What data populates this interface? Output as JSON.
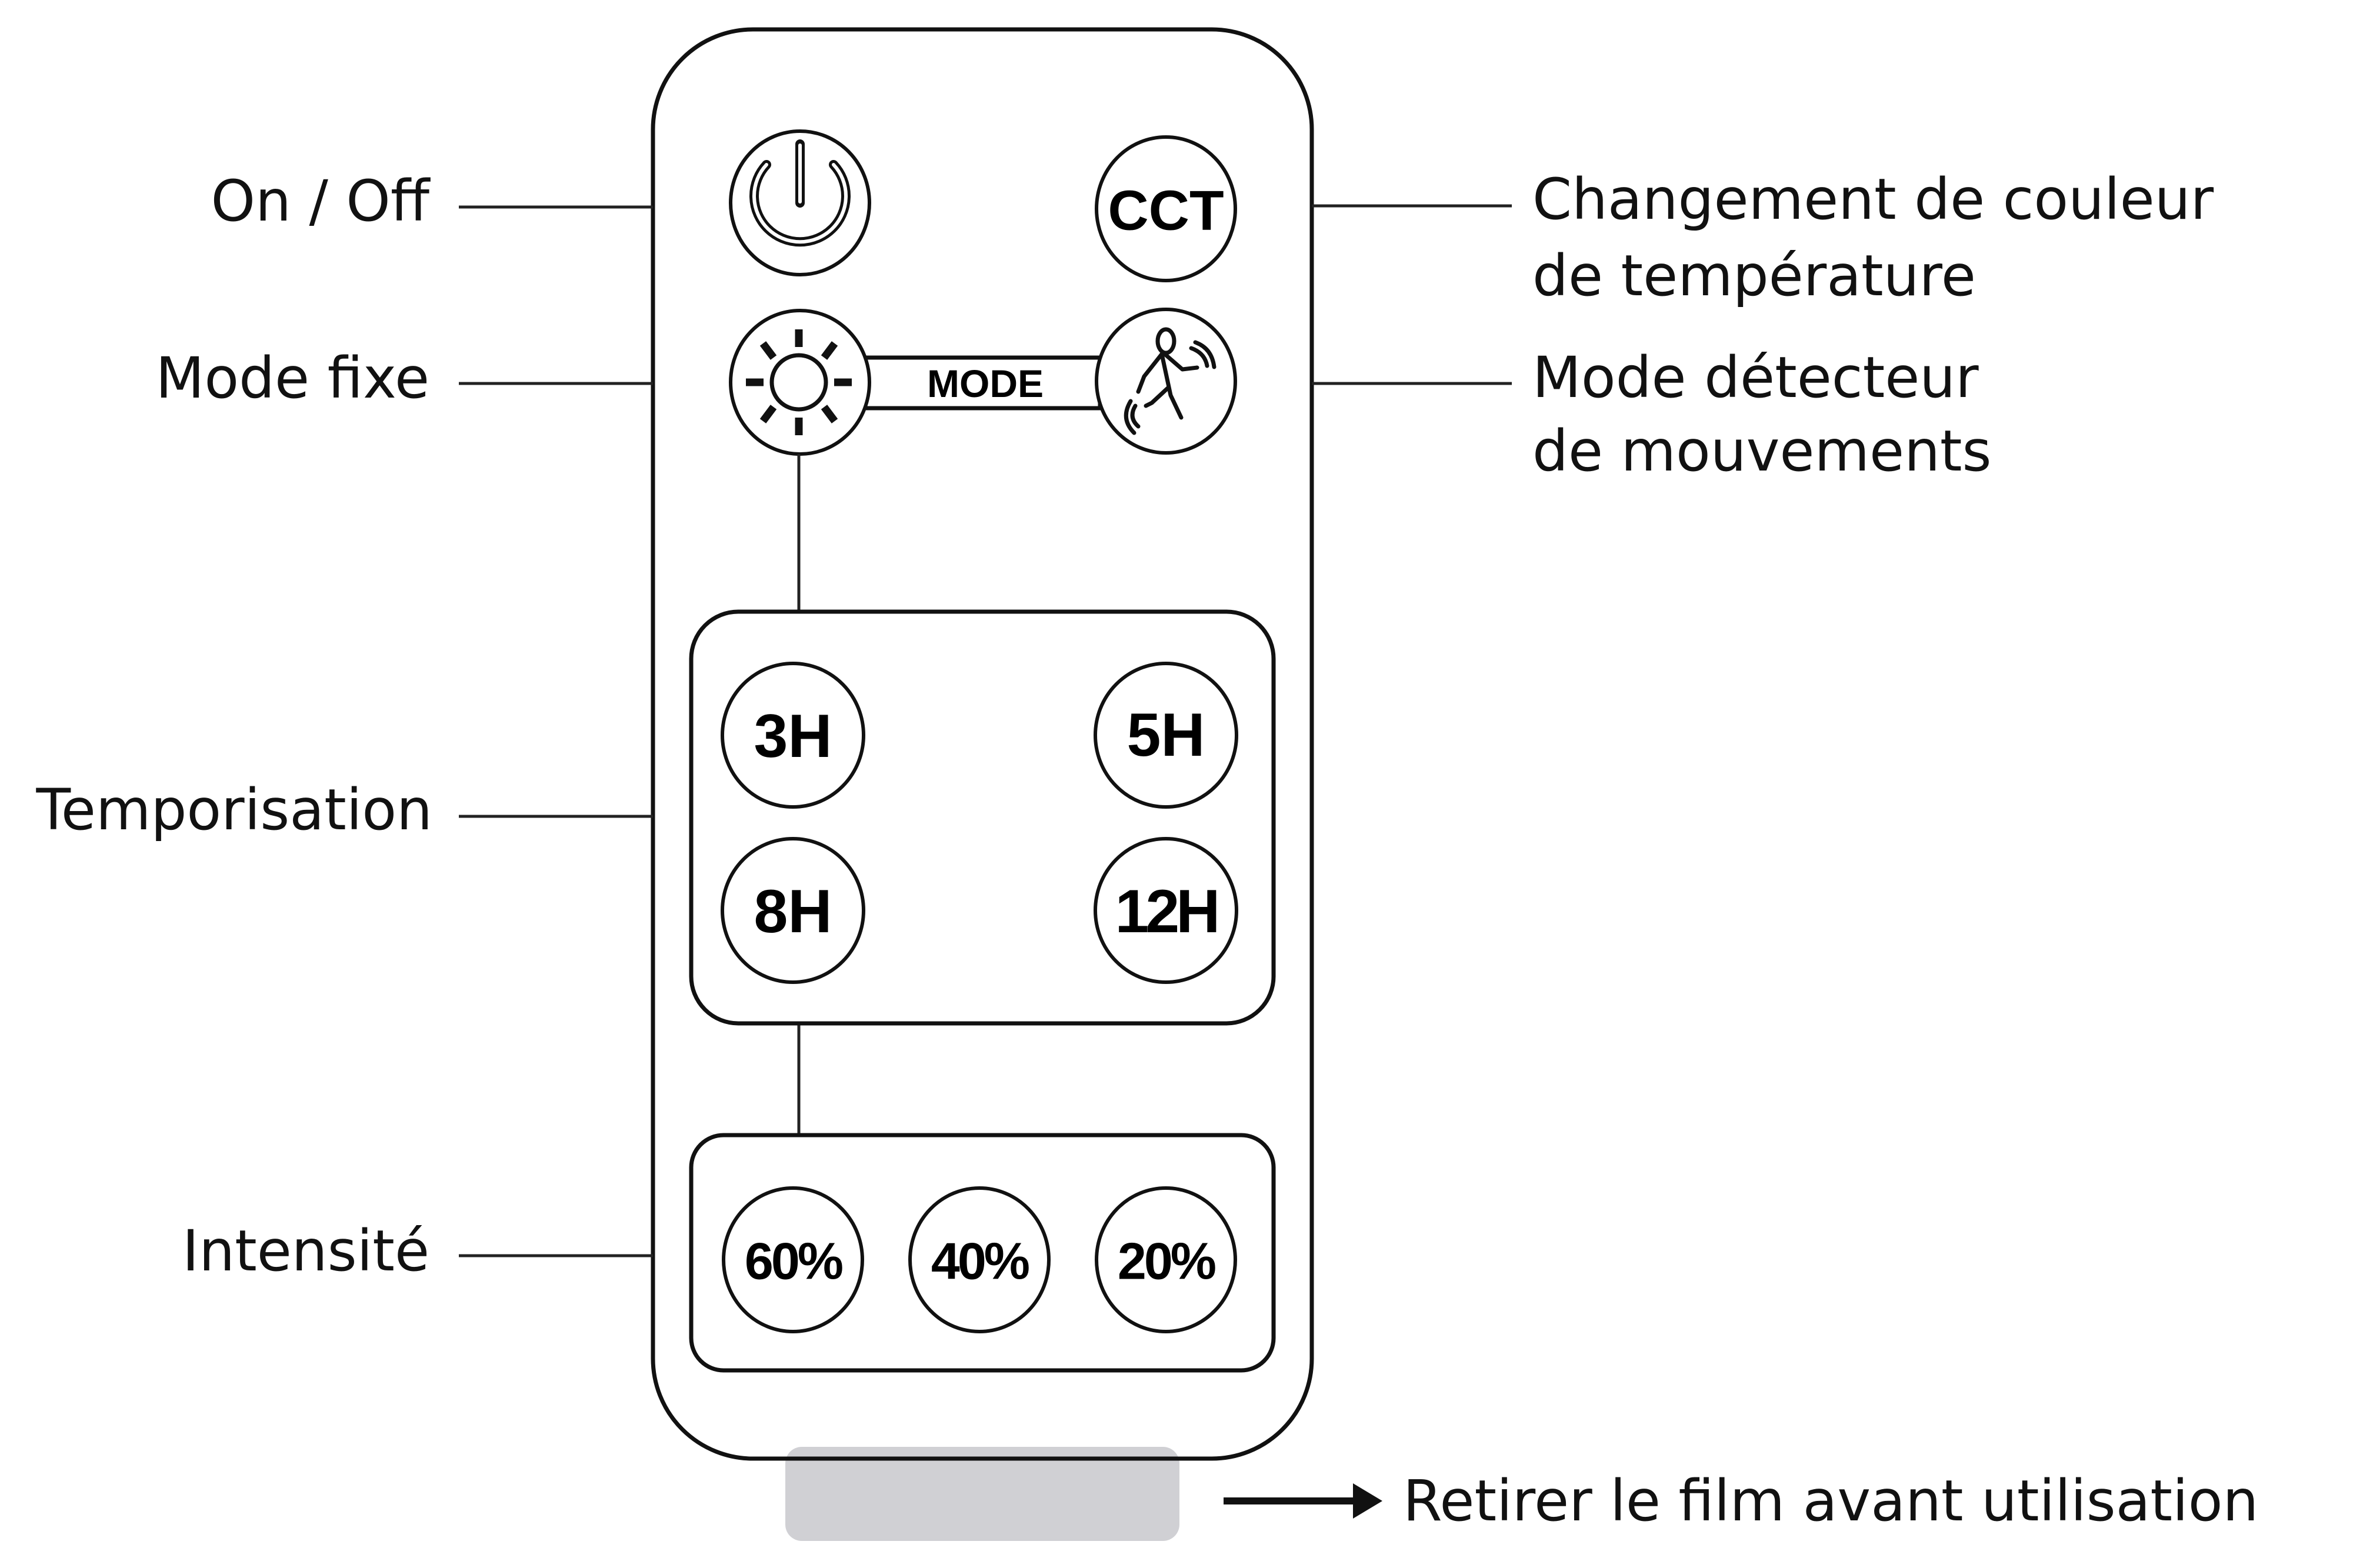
{
  "labels_left": {
    "on_off": "On / Off",
    "mode_fixe": "Mode fixe",
    "temporisation": "Temporisation",
    "intensite": "Intensité"
  },
  "labels_right": {
    "cct_line1": "Changement de couleur",
    "cct_line2": "de température",
    "motion_line1": "Mode détecteur",
    "motion_line2": "de mouvements"
  },
  "buttons": {
    "power": "power-icon",
    "cct": "CCT",
    "mode_bar": "MODE",
    "fixed_mode": "sun-icon",
    "motion_mode": "running-person-motion-icon"
  },
  "timers": [
    "3H",
    "5H",
    "8H",
    "12H"
  ],
  "intensity": [
    "60%",
    "40%",
    "20%"
  ],
  "footer_note": "Retirer le film avant utilisation",
  "colors": {
    "outline": "#111111",
    "film_tab": "#d0d0d4",
    "background": "#ffffff"
  }
}
